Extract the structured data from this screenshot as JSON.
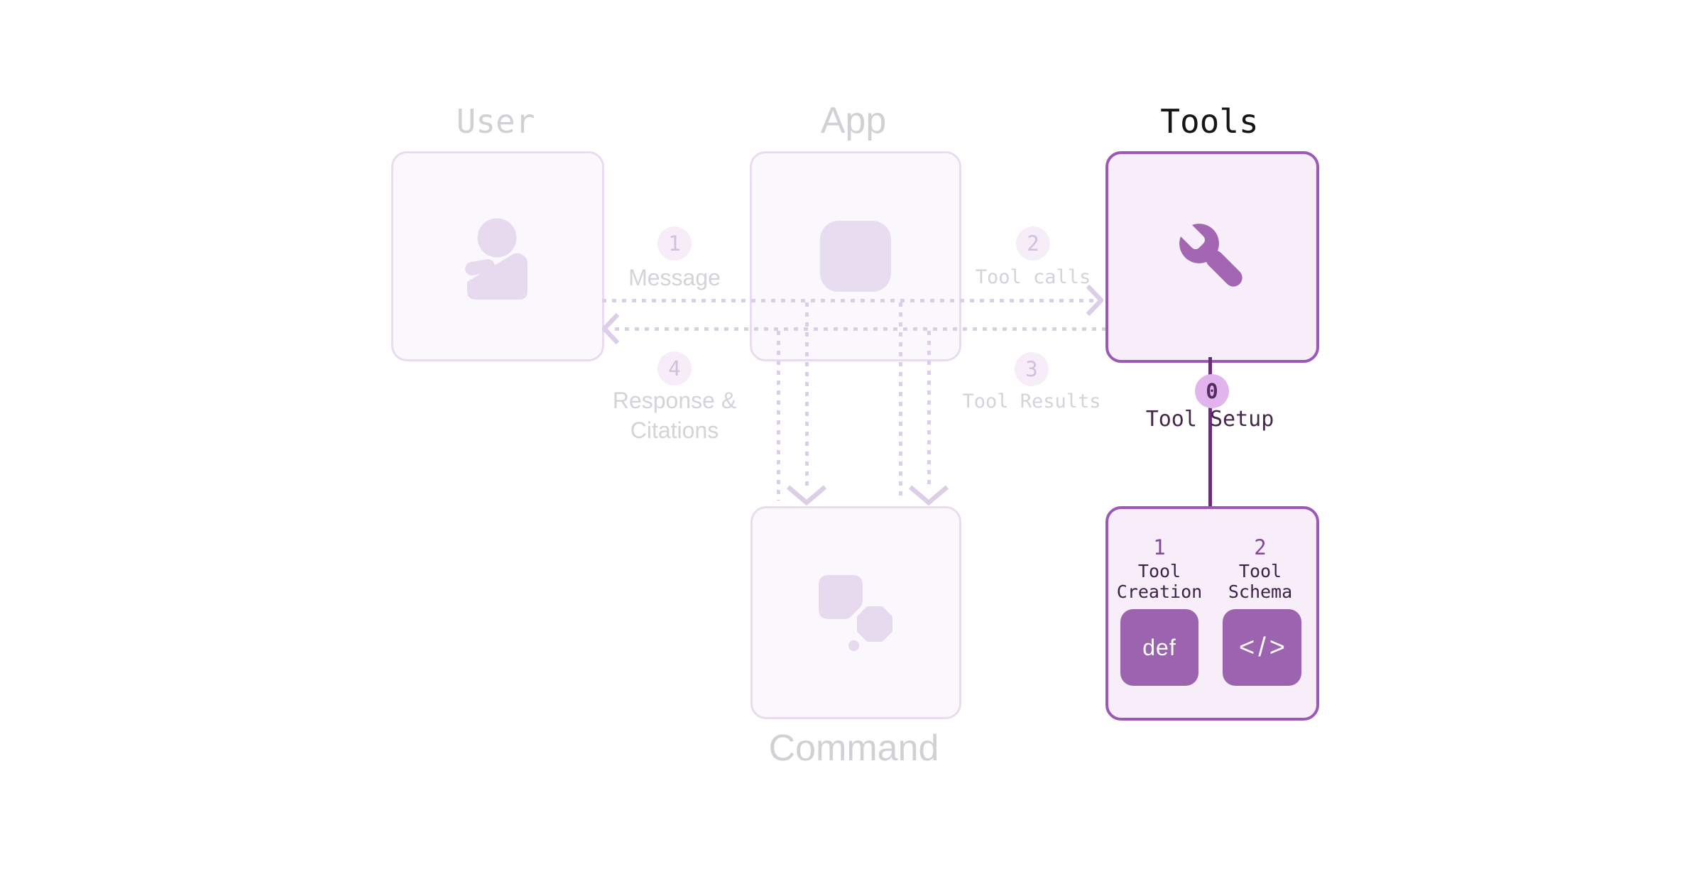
{
  "nodes": {
    "user": {
      "title": "User"
    },
    "app": {
      "title": "App"
    },
    "tools": {
      "title": "Tools"
    },
    "command": {
      "title": "Command"
    }
  },
  "flows": [
    {
      "num": "1",
      "label": "Message"
    },
    {
      "num": "2",
      "label": "Tool calls"
    },
    {
      "num": "3",
      "label": "Tool Results"
    },
    {
      "num": "4",
      "label": "Response & Citations"
    }
  ],
  "tool_setup": {
    "badge": "0",
    "label": "Tool Setup",
    "steps": [
      {
        "num": "1",
        "label": "Tool Creation",
        "tile": "def"
      },
      {
        "num": "2",
        "label": "Tool Schema",
        "tile": "</>"
      }
    ]
  },
  "icons": {
    "user": "person-icon",
    "app": "app-square-icon",
    "tools": "wrench-icon",
    "command": "command-shapes-icon"
  },
  "colors": {
    "accent_border": "#9b58b4",
    "accent_dark_text": "#46264f",
    "connector": "#662f78",
    "tile_fill": "#9c64af",
    "setup_badge_bg": "#e2b4ed",
    "faded_border": "#e9dcf0",
    "faded_fill": "#fbf8fd",
    "faded_icon": "#e7daef",
    "dotted_line": "#dccee6",
    "label_gray": "#d5d2d8",
    "active_fill": "#f7eef9"
  }
}
